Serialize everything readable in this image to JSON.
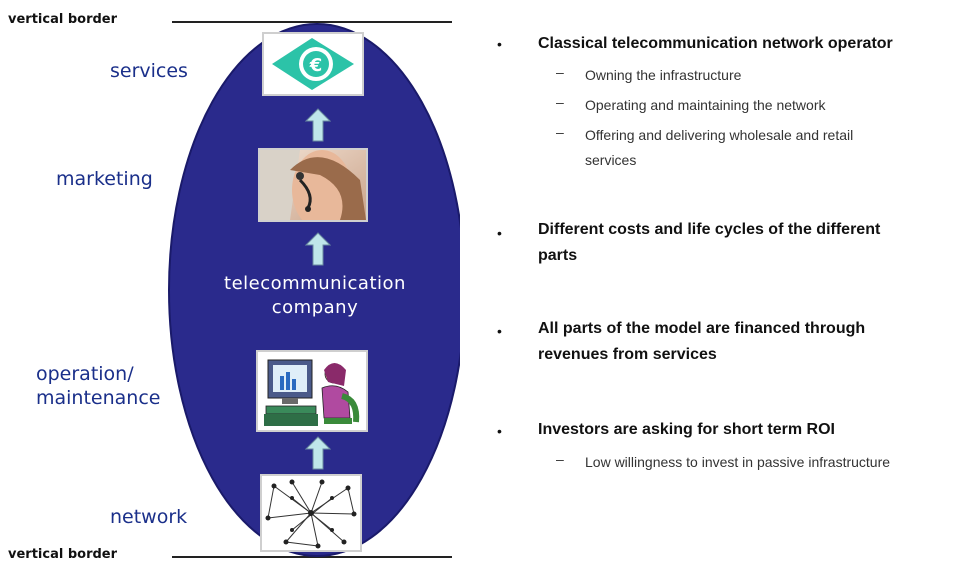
{
  "diagram": {
    "top_border_label": "vertical border",
    "bottom_border_label": "vertical border",
    "stages": {
      "services": "services",
      "marketing": "marketing",
      "operation_line1": "operation/",
      "operation_line2": "maintenance",
      "network": "network"
    },
    "center_line1": "telecommunication",
    "center_line2": "company",
    "colors": {
      "ellipse": "#2a2a8c",
      "arrow": "#bfe6ea",
      "stage_text": "#1a2f8a",
      "euro_icon": "#2cc3a8"
    },
    "icons": [
      "euro-icon",
      "call-center-photo",
      "operator-at-computer-icon",
      "network-graph-icon"
    ]
  },
  "bullets": [
    {
      "text": "Classical telecommunication network operator",
      "subs": [
        "Owning the infrastructure",
        "Operating and maintaining the network",
        "Offering and delivering wholesale and retail",
        "services"
      ]
    },
    {
      "text_line1": "Different costs and life cycles of the different",
      "text_line2": "parts"
    },
    {
      "text_line1": "All parts of the model are financed through",
      "text_line2": "revenues from services"
    },
    {
      "text": "Investors are asking for short term ROI",
      "subs": [
        "Low willingness to invest in passive infrastructure"
      ]
    }
  ],
  "symbols": {
    "bullet": "•",
    "dash": "–"
  }
}
